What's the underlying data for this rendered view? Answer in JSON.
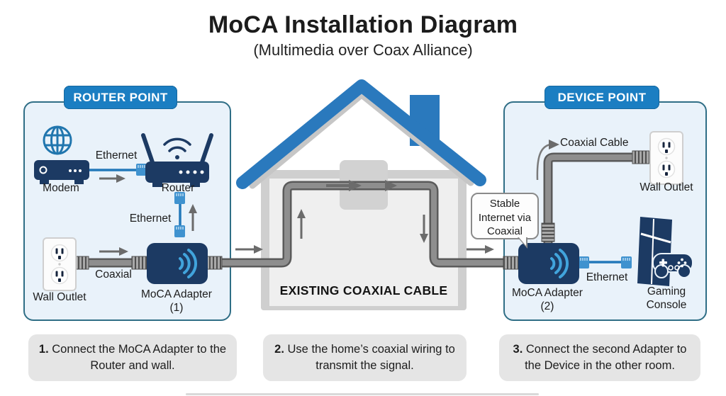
{
  "header": {
    "title": "MoCA Installation Diagram",
    "subtitle": "(Multimedia over Coax Alliance)"
  },
  "router_point": {
    "badge": "ROUTER POINT",
    "modem": "Modem",
    "router": "Router",
    "ethernet_top": "Ethernet",
    "ethernet_mid": "Ethernet",
    "wall_outlet": "Wall Outlet",
    "coaxial": "Coaxial",
    "adapter": "MoCA Adapter (1)"
  },
  "house": {
    "caption": "EXISTING COAXIAL CABLE"
  },
  "device_point": {
    "badge": "DEVICE POINT",
    "coaxial_cable": "Coaxial Cable",
    "wall_outlet": "Wall Outlet",
    "callout": "Stable Internet via Coaxial",
    "adapter": "MoCA Adapter (2)",
    "ethernet": "Ethernet",
    "console": "Gaming Console"
  },
  "steps": [
    {
      "num": "1.",
      "text": "Connect the MoCA Adapter to the Router and wall."
    },
    {
      "num": "2.",
      "text": "Use the home’s coaxial wiring to transmit the signal."
    },
    {
      "num": "3.",
      "text": "Connect the second Adapter to the Device in the other room."
    }
  ],
  "colors": {
    "accent_blue": "#1b7ec2",
    "device_navy": "#1c3a63",
    "wifi_arc_blue": "#41a4dc",
    "ethernet_blue": "#2379ba",
    "coax_gray": "#8e8e8e",
    "panel_bg": "#e9f2fa",
    "panel_border": "#2f6e86",
    "roof_blue": "#2a79bd",
    "step_bg": "#e5e5e5"
  }
}
